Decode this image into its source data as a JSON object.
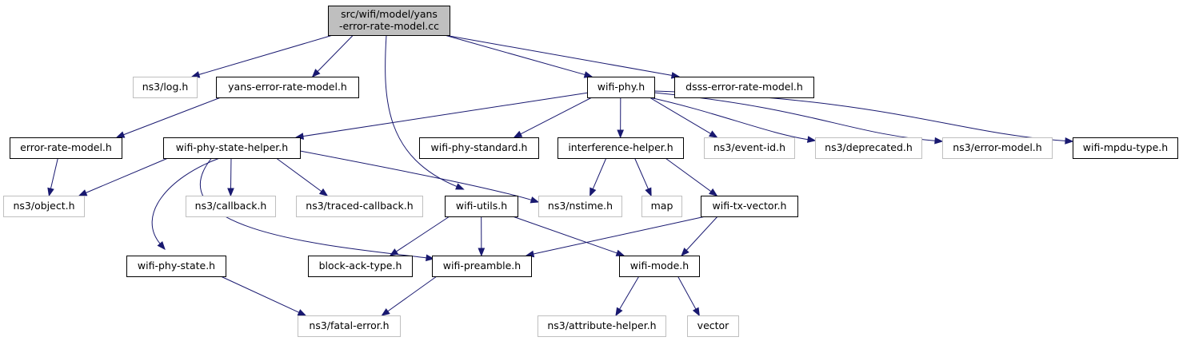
{
  "graph": {
    "colors": {
      "edge": "#191970",
      "root_fill": "#bfbfbf",
      "documented_border": "#000000",
      "external_border": "#bfbfbf",
      "text": "#000000"
    },
    "nodes": [
      {
        "id": "root",
        "lines": [
          "src/wifi/model/yans",
          "-error-rate-model.cc"
        ],
        "kind": "root"
      },
      {
        "id": "ns3-log-h",
        "lines": [
          "ns3/log.h"
        ],
        "kind": "external"
      },
      {
        "id": "yans-error-rate-model-h",
        "lines": [
          "yans-error-rate-model.h"
        ],
        "kind": "documented"
      },
      {
        "id": "wifi-phy-h",
        "lines": [
          "wifi-phy.h"
        ],
        "kind": "documented"
      },
      {
        "id": "dsss-error-rate-model-h",
        "lines": [
          "dsss-error-rate-model.h"
        ],
        "kind": "documented"
      },
      {
        "id": "error-rate-model-h",
        "lines": [
          "error-rate-model.h"
        ],
        "kind": "documented"
      },
      {
        "id": "wifi-phy-state-helper-h",
        "lines": [
          "wifi-phy-state-helper.h"
        ],
        "kind": "documented"
      },
      {
        "id": "wifi-phy-standard-h",
        "lines": [
          "wifi-phy-standard.h"
        ],
        "kind": "documented"
      },
      {
        "id": "interference-helper-h",
        "lines": [
          "interference-helper.h"
        ],
        "kind": "documented"
      },
      {
        "id": "ns3-event-id-h",
        "lines": [
          "ns3/event-id.h"
        ],
        "kind": "external"
      },
      {
        "id": "ns3-deprecated-h",
        "lines": [
          "ns3/deprecated.h"
        ],
        "kind": "external"
      },
      {
        "id": "ns3-error-model-h",
        "lines": [
          "ns3/error-model.h"
        ],
        "kind": "external"
      },
      {
        "id": "wifi-mpdu-type-h",
        "lines": [
          "wifi-mpdu-type.h"
        ],
        "kind": "documented"
      },
      {
        "id": "ns3-object-h",
        "lines": [
          "ns3/object.h"
        ],
        "kind": "external"
      },
      {
        "id": "ns3-callback-h",
        "lines": [
          "ns3/callback.h"
        ],
        "kind": "external"
      },
      {
        "id": "ns3-traced-callback-h",
        "lines": [
          "ns3/traced-callback.h"
        ],
        "kind": "external"
      },
      {
        "id": "wifi-utils-h",
        "lines": [
          "wifi-utils.h"
        ],
        "kind": "documented"
      },
      {
        "id": "ns3-nstime-h",
        "lines": [
          "ns3/nstime.h"
        ],
        "kind": "external"
      },
      {
        "id": "map",
        "lines": [
          "map"
        ],
        "kind": "external"
      },
      {
        "id": "wifi-tx-vector-h",
        "lines": [
          "wifi-tx-vector.h"
        ],
        "kind": "documented"
      },
      {
        "id": "wifi-phy-state-h",
        "lines": [
          "wifi-phy-state.h"
        ],
        "kind": "documented"
      },
      {
        "id": "block-ack-type-h",
        "lines": [
          "block-ack-type.h"
        ],
        "kind": "documented"
      },
      {
        "id": "wifi-preamble-h",
        "lines": [
          "wifi-preamble.h"
        ],
        "kind": "documented"
      },
      {
        "id": "wifi-mode-h",
        "lines": [
          "wifi-mode.h"
        ],
        "kind": "documented"
      },
      {
        "id": "ns3-fatal-error-h",
        "lines": [
          "ns3/fatal-error.h"
        ],
        "kind": "external"
      },
      {
        "id": "ns3-attribute-helper-h",
        "lines": [
          "ns3/attribute-helper.h"
        ],
        "kind": "external"
      },
      {
        "id": "vector",
        "lines": [
          "vector"
        ],
        "kind": "external"
      }
    ],
    "edges": [
      [
        "root",
        "ns3-log-h"
      ],
      [
        "root",
        "yans-error-rate-model-h"
      ],
      [
        "root",
        "wifi-phy-h"
      ],
      [
        "root",
        "dsss-error-rate-model-h"
      ],
      [
        "root",
        "wifi-utils-h"
      ],
      [
        "yans-error-rate-model-h",
        "error-rate-model-h"
      ],
      [
        "error-rate-model-h",
        "ns3-object-h"
      ],
      [
        "wifi-phy-h",
        "wifi-phy-state-helper-h"
      ],
      [
        "wifi-phy-h",
        "wifi-phy-standard-h"
      ],
      [
        "wifi-phy-h",
        "interference-helper-h"
      ],
      [
        "wifi-phy-h",
        "ns3-event-id-h"
      ],
      [
        "wifi-phy-h",
        "ns3-deprecated-h"
      ],
      [
        "wifi-phy-h",
        "ns3-error-model-h"
      ],
      [
        "wifi-phy-h",
        "wifi-mpdu-type-h"
      ],
      [
        "wifi-phy-state-helper-h",
        "ns3-object-h"
      ],
      [
        "wifi-phy-state-helper-h",
        "ns3-callback-h"
      ],
      [
        "wifi-phy-state-helper-h",
        "ns3-traced-callback-h"
      ],
      [
        "wifi-phy-state-helper-h",
        "ns3-nstime-h"
      ],
      [
        "wifi-phy-state-helper-h",
        "wifi-phy-state-h"
      ],
      [
        "wifi-phy-state-helper-h",
        "wifi-preamble-h"
      ],
      [
        "interference-helper-h",
        "ns3-nstime-h"
      ],
      [
        "interference-helper-h",
        "map"
      ],
      [
        "interference-helper-h",
        "wifi-tx-vector-h"
      ],
      [
        "wifi-utils-h",
        "block-ack-type-h"
      ],
      [
        "wifi-utils-h",
        "wifi-preamble-h"
      ],
      [
        "wifi-utils-h",
        "wifi-mode-h"
      ],
      [
        "wifi-tx-vector-h",
        "wifi-preamble-h"
      ],
      [
        "wifi-tx-vector-h",
        "wifi-mode-h"
      ],
      [
        "wifi-phy-state-h",
        "ns3-fatal-error-h"
      ],
      [
        "wifi-preamble-h",
        "ns3-fatal-error-h"
      ],
      [
        "wifi-mode-h",
        "ns3-attribute-helper-h"
      ],
      [
        "wifi-mode-h",
        "vector"
      ]
    ]
  }
}
